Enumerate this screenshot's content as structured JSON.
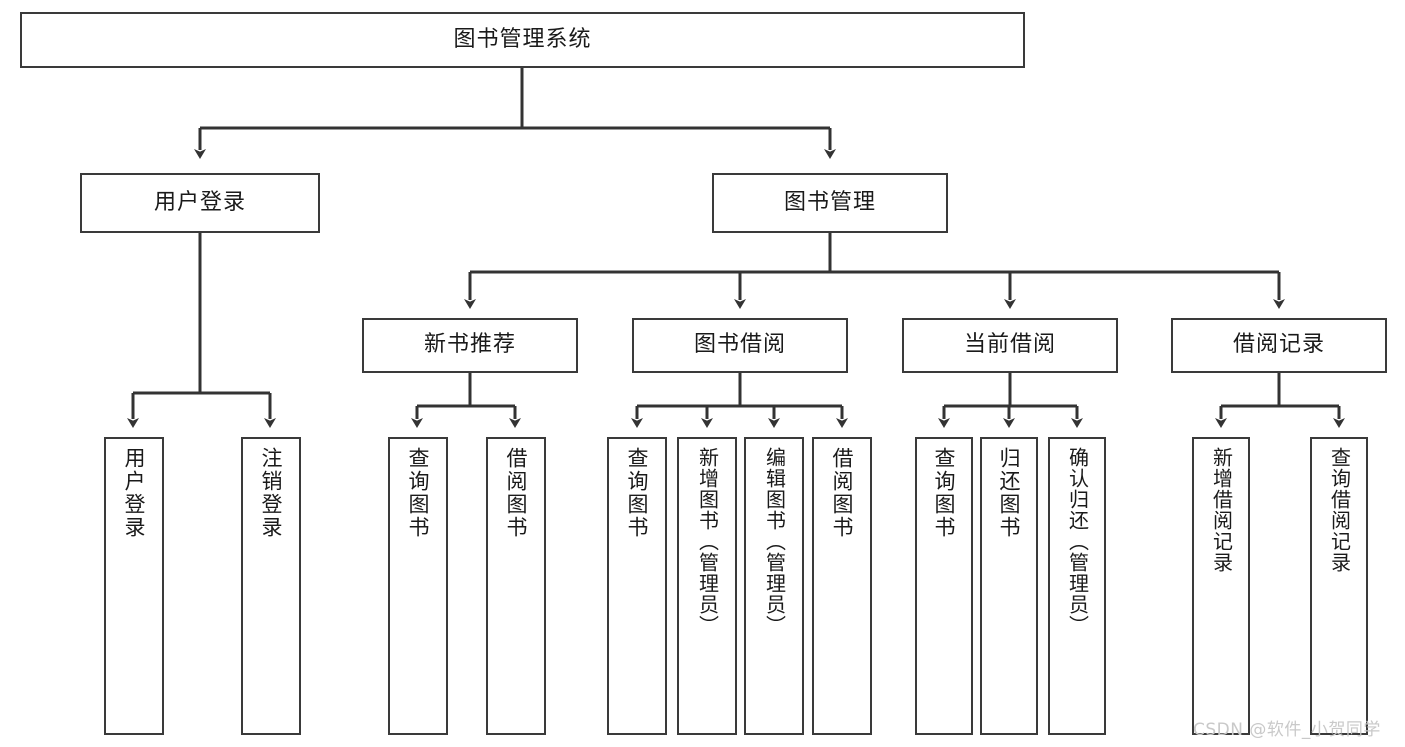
{
  "diagram": {
    "title": "图书管理系统",
    "type": "tree-hierarchy-chart",
    "watermark": "CSDN @软件_小贺同学",
    "colors": {
      "box_border": "#3a3a3a",
      "box_fill": "#ffffff",
      "connector": "#333333",
      "text": "#1a1a1a",
      "watermark": "#c9c9c9",
      "background": "#ffffff"
    },
    "nodes": {
      "root": {
        "label": "图书管理系统"
      },
      "level1": [
        {
          "label": "用户登录"
        },
        {
          "label": "图书管理"
        }
      ],
      "level2": [
        {
          "label": "新书推荐"
        },
        {
          "label": "图书借阅"
        },
        {
          "label": "当前借阅"
        },
        {
          "label": "借阅记录"
        }
      ],
      "leaves": {
        "user_login": [
          {
            "label": "用户登录"
          },
          {
            "label": "注销登录"
          }
        ],
        "new_book_recommend": [
          {
            "label": "查询图书"
          },
          {
            "label": "借阅图书"
          }
        ],
        "book_borrow": [
          {
            "label": "查询图书"
          },
          {
            "label": "新增图书（管理员）"
          },
          {
            "label": "编辑图书（管理员）"
          },
          {
            "label": "借阅图书"
          }
        ],
        "current_borrow": [
          {
            "label": "查询图书"
          },
          {
            "label": "归还图书"
          },
          {
            "label": "确认归还（管理员）"
          }
        ],
        "borrow_record": [
          {
            "label": "新增借阅记录"
          },
          {
            "label": "查询借阅记录"
          }
        ]
      }
    }
  }
}
